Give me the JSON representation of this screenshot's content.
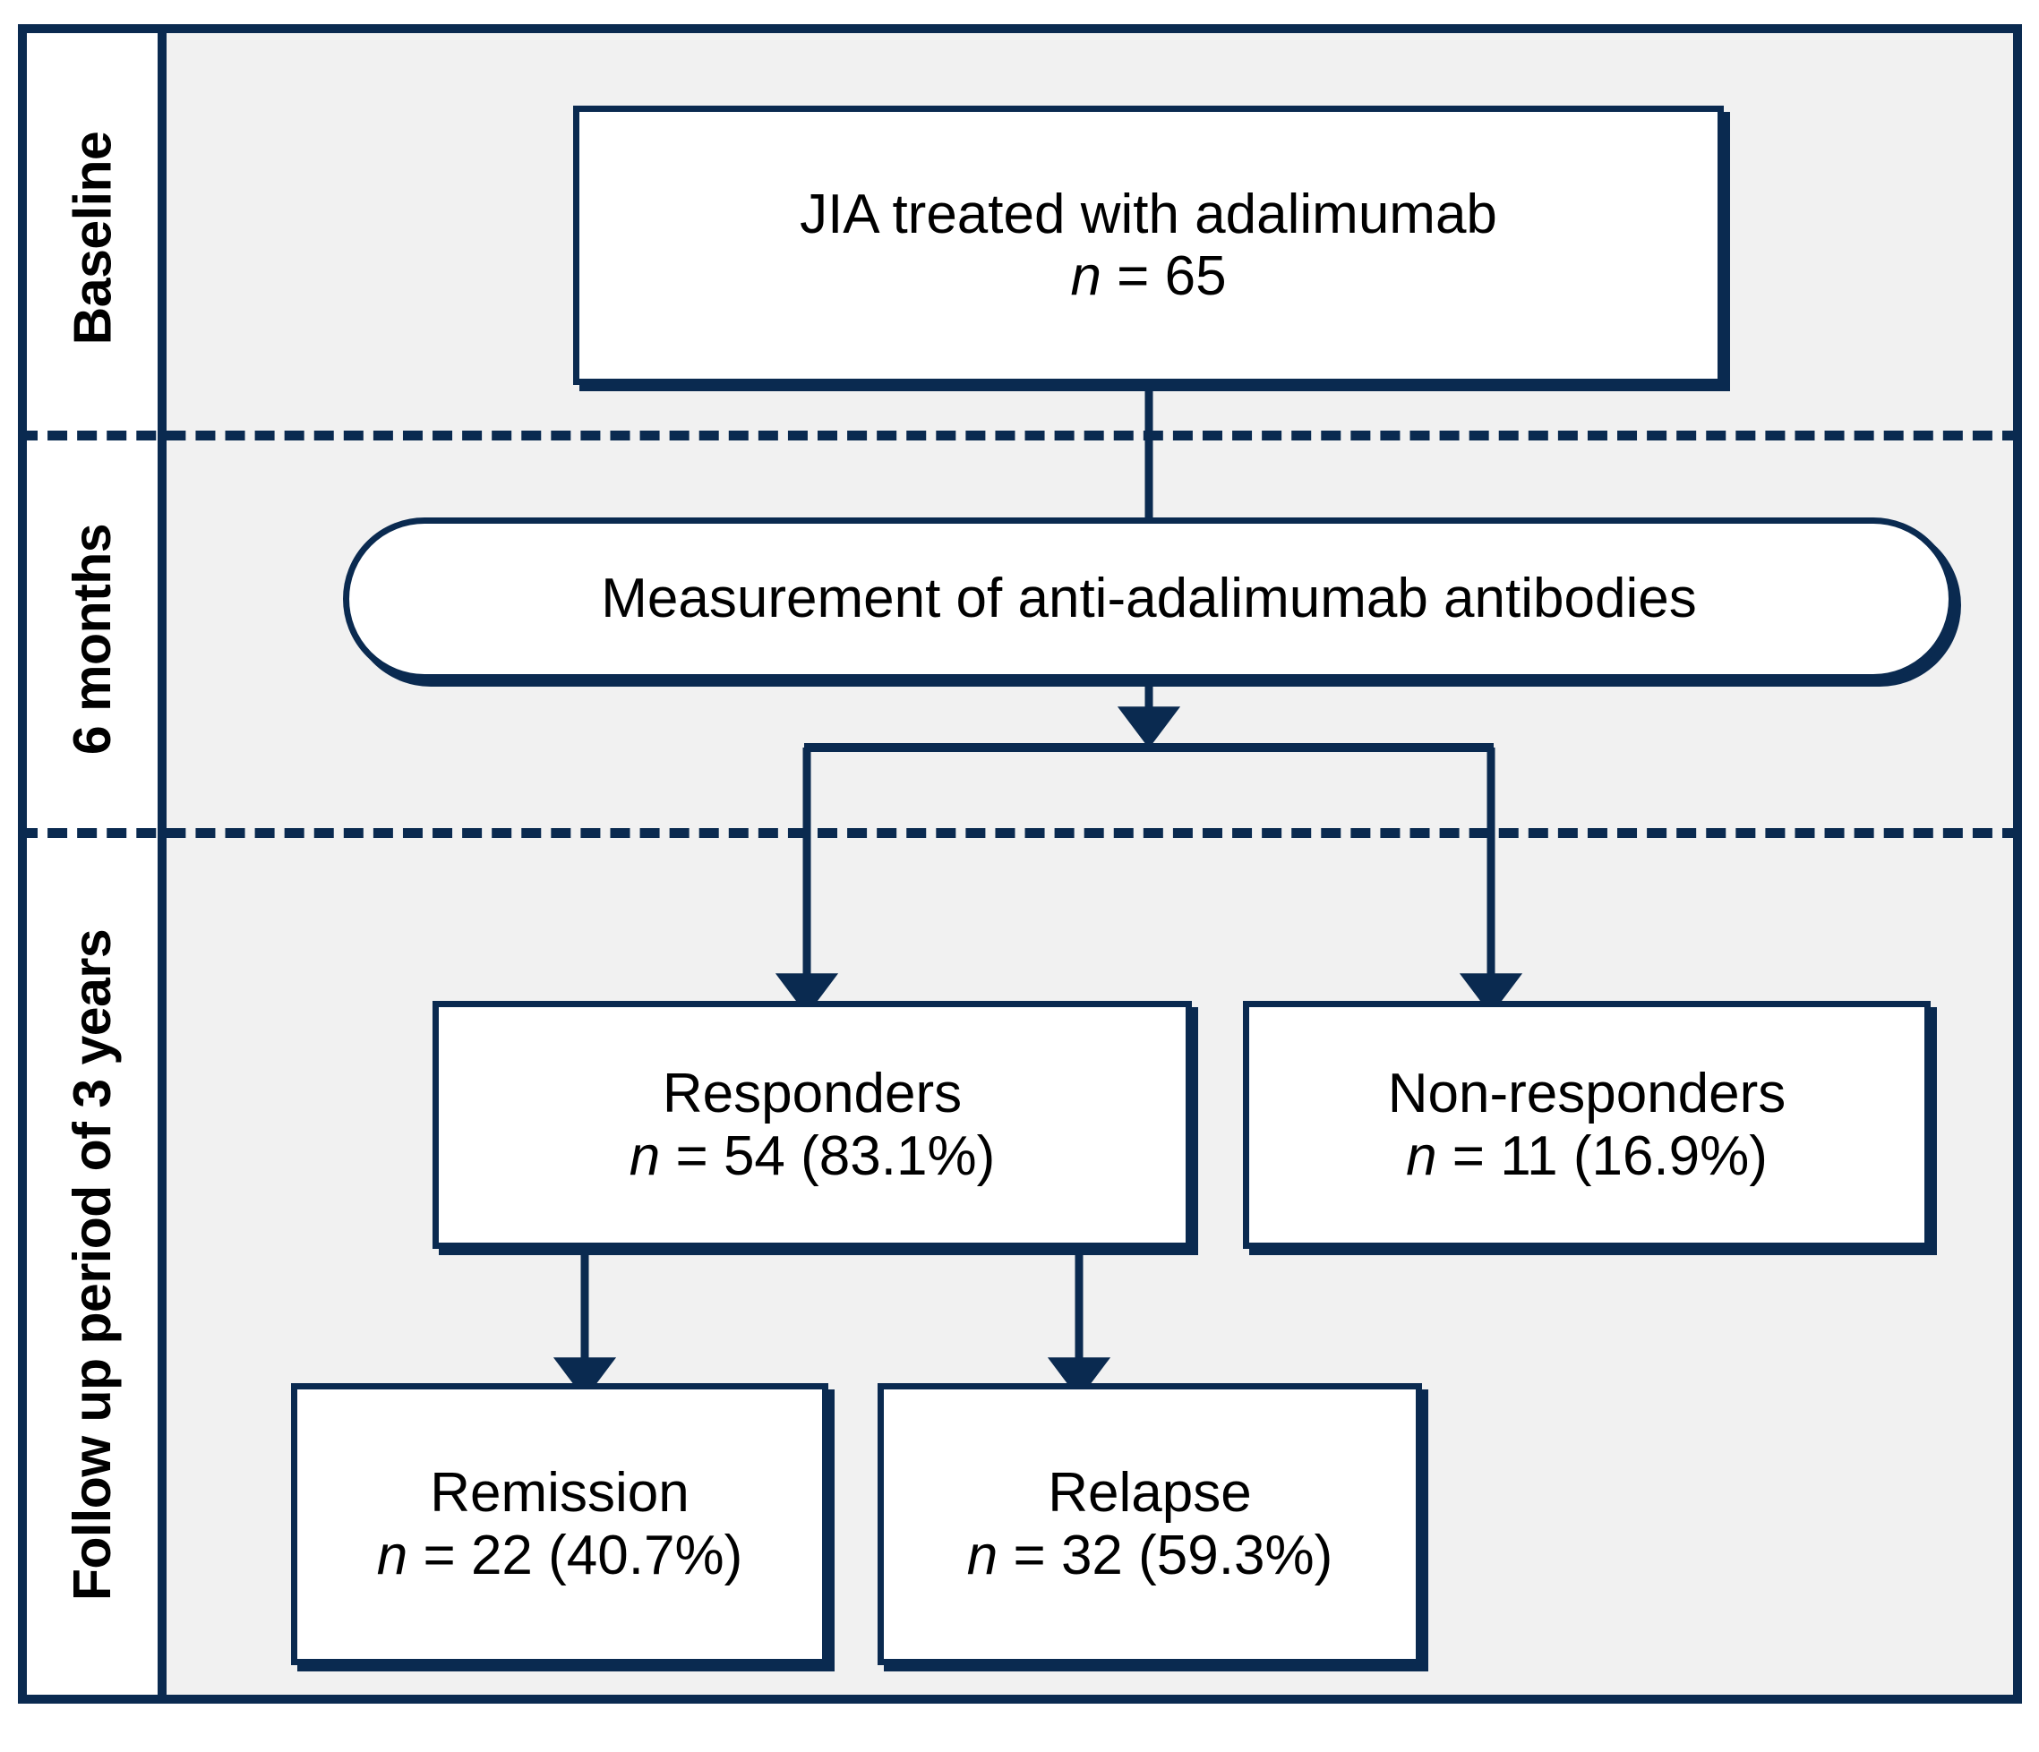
{
  "figure": {
    "type": "flowchart",
    "title": "JIA adalimumab treatment outcome flowchart",
    "colors": {
      "navy": "#0A2A50",
      "panel_background": "#F1F1F1",
      "node_fill": "#FFFFFF",
      "text": "#000000"
    }
  },
  "stages": [
    {
      "id": "baseline",
      "label": "Baseline"
    },
    {
      "id": "six-months",
      "label": "6 months"
    },
    {
      "id": "follow-up",
      "label": "Follow up period of 3 years"
    }
  ],
  "nodes": [
    {
      "id": "cohort",
      "shape": "rect",
      "stage": "baseline",
      "line1": "JIA treated with adalimumab",
      "var": "n",
      "eq": " = ",
      "line2": "65",
      "count": 65
    },
    {
      "id": "measurement",
      "shape": "stadium",
      "stage": "six-months",
      "line1": "Measurement of anti-adalimumab antibodies",
      "var": "",
      "eq": "",
      "line2": ""
    },
    {
      "id": "responders",
      "shape": "rect",
      "stage": "follow-up",
      "line1": "Responders",
      "var": "n",
      "eq": " = ",
      "line2": "54 (83.1%)",
      "count": 54,
      "percent": 83.1
    },
    {
      "id": "non-responders",
      "shape": "rect",
      "stage": "follow-up",
      "line1": "Non-responders",
      "var": "n",
      "eq": " = ",
      "line2": "11 (16.9%)",
      "count": 11,
      "percent": 16.9
    },
    {
      "id": "remission",
      "shape": "rect",
      "stage": "follow-up",
      "line1": "Remission",
      "var": "n",
      "eq": " = ",
      "line2": "22 (40.7%)",
      "count": 22,
      "percent": 40.7
    },
    {
      "id": "relapse",
      "shape": "rect",
      "stage": "follow-up",
      "line1": "Relapse",
      "var": "n",
      "eq": " = ",
      "line2": "32 (59.3%)",
      "count": 32,
      "percent": 59.3
    }
  ],
  "edges": [
    {
      "from": "cohort",
      "to": "measurement",
      "arrow": false
    },
    {
      "from": "measurement",
      "to": "split",
      "arrow": true
    },
    {
      "from": "split",
      "to": "responders",
      "arrow": true
    },
    {
      "from": "split",
      "to": "non-responders",
      "arrow": true
    },
    {
      "from": "responders",
      "to": "remission",
      "arrow": true
    },
    {
      "from": "responders",
      "to": "relapse",
      "arrow": true
    }
  ]
}
